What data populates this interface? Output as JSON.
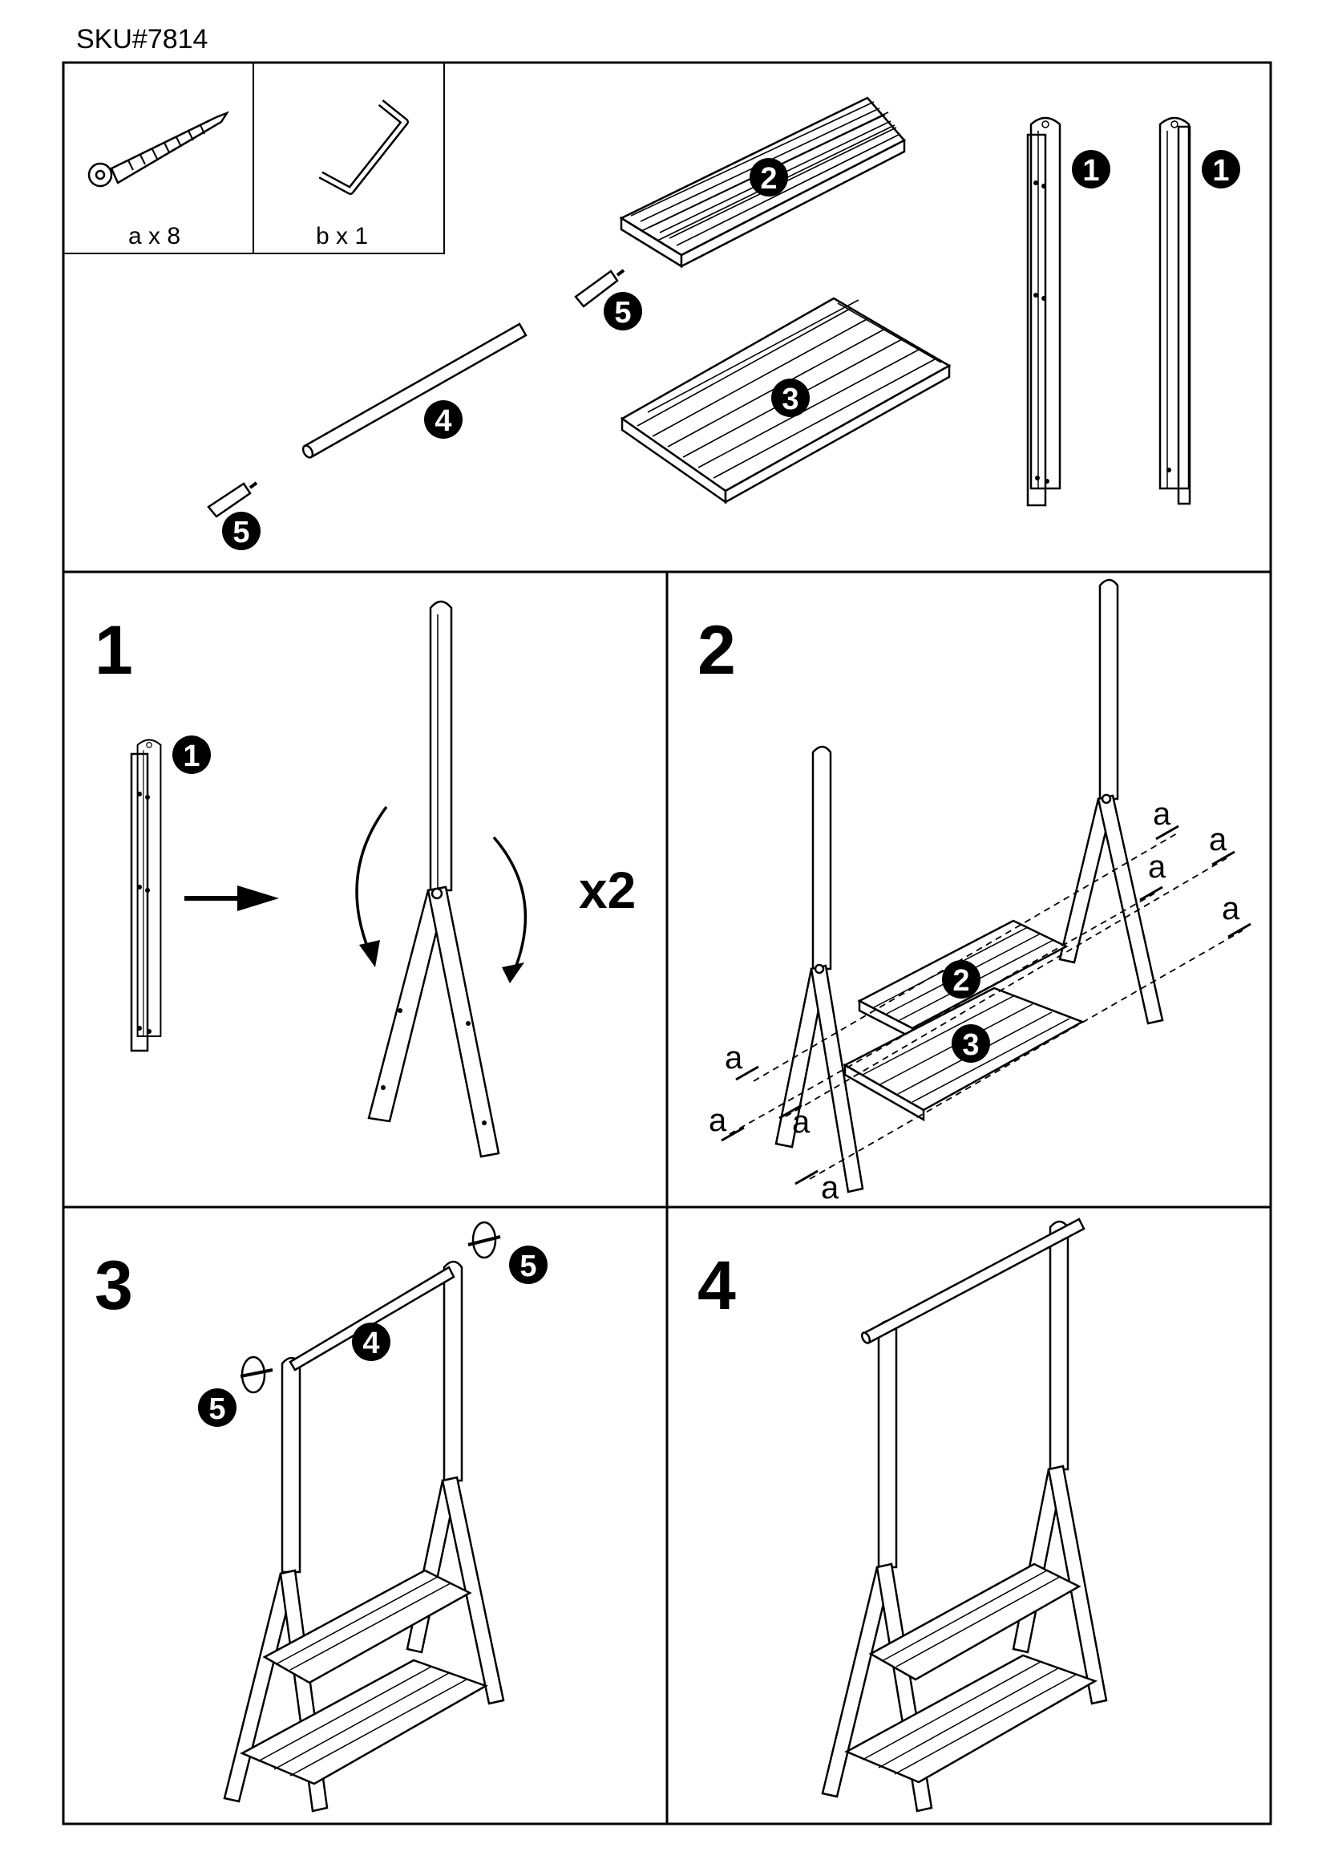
{
  "header": {
    "sku": "SKU#7814"
  },
  "hardware": [
    {
      "id": "a",
      "label": "a x 8",
      "icon": "screw-icon"
    },
    {
      "id": "b",
      "label": "b x 1",
      "icon": "allen-key-icon"
    }
  ],
  "parts": [
    {
      "number": "1",
      "name": "side-frame"
    },
    {
      "number": "2",
      "name": "upper-shelf"
    },
    {
      "number": "3",
      "name": "lower-shelf"
    },
    {
      "number": "4",
      "name": "hanging-rod"
    },
    {
      "number": "5",
      "name": "end-cap-bolt"
    }
  ],
  "steps": [
    {
      "number": "1",
      "multiplier": "x2"
    },
    {
      "number": "2",
      "screw_label": "a"
    },
    {
      "number": "3"
    },
    {
      "number": "4"
    }
  ],
  "colors": {
    "line": "#000000",
    "background": "#ffffff",
    "badge": "#000000"
  }
}
